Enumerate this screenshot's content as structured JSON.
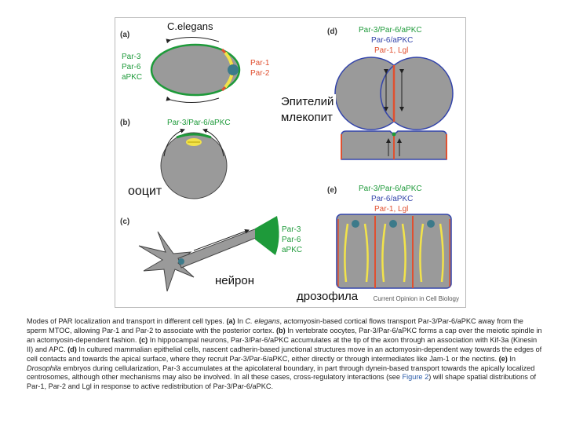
{
  "overlays": {
    "celegans": "C.elegans",
    "epithelium_line1": "Эпителий",
    "epithelium_line2": "млекопит",
    "oocyte": "ооцит",
    "neuron": "нейрон",
    "drosophila": "дрозофила"
  },
  "panels": {
    "a": {
      "label": "(a)",
      "left_labels": [
        "Par-3",
        "Par-6",
        "aPKC"
      ],
      "right_labels": [
        "Par-1",
        "Par-2"
      ]
    },
    "b": {
      "label": "(b)",
      "top_label": "Par-3/Par-6/aPKC"
    },
    "c": {
      "label": "(c)",
      "labels": [
        "Par-3",
        "Par-6",
        "aPKC"
      ]
    },
    "d": {
      "label": "(d)",
      "labels": [
        "Par-3/Par-6/aPKC",
        "Par-6/aPKC",
        "Par-1, Lgl"
      ]
    },
    "e": {
      "label": "(e)",
      "labels": [
        "Par-3/Par-6/aPKC",
        "Par-6/aPKC",
        "Par-1, Lgl"
      ]
    }
  },
  "source": "Current Opinion in Cell Biology",
  "colors": {
    "green": "#1e9a3a",
    "blue": "#3344aa",
    "red": "#e05030",
    "cell": "#9a9a9a",
    "yellow": "#f2e34a"
  },
  "caption": {
    "lead": "Modes of PAR localization and transport in different cell types. ",
    "a_label": "(a)",
    "a_text1": " In ",
    "a_species": "C. elegans",
    "a_text2": ", actomyosin-based cortical flows transport Par-3/Par-6/aPKC away from the sperm MTOC, allowing Par-1 and Par-2 to associate with the posterior cortex. ",
    "b_label": "(b)",
    "b_text": " In vertebrate oocytes, Par-3/Par-6/aPKC forms a cap over the meiotic spindle in an actomyosin-dependent fashion. ",
    "c_label": "(c)",
    "c_text": " In hippocampal neurons, Par-3/Par-6/aPKC accumulates at the tip of the axon through an association with Kif-3a (Kinesin II) and APC. ",
    "d_label": "(d)",
    "d_text": " In cultured mammalian epithelial cells, nascent cadherin-based junctional structures move in an actomyosin-dependent way towards the edges of cell contacts and towards the apical surface, where they recruit Par-3/Par-6/aPKC, either directly or through intermediates like Jam-1 or the nectins. ",
    "e_label": "(e)",
    "e_text1": " In ",
    "e_species": "Drosophila",
    "e_text2": " embryos during cellularization, Par-3 accumulates at the apicolateral boundary, in part through dynein-based transport towards the apically localized centrosomes, although other mechanisms may also be involved. In all these cases, cross-regulatory interactions (see ",
    "fig_ref": "Figure 2",
    "e_text3": ") will shape spatial distributions of Par-1, Par-2 and Lgl in response to active redistribution of Par-3/Par-6/aPKC."
  }
}
